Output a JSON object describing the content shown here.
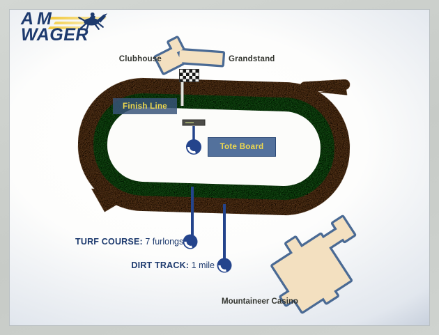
{
  "logo": {
    "line1": "AM",
    "line2": "WAGER",
    "horse_icon": "racehorse-icon"
  },
  "track": {
    "clubhouse_label": "Clubhouse",
    "grandstand_label": "Grandstand",
    "finish_line_label": "Finish Line",
    "tote_board_label": "Tote Board",
    "casino_label": "Mountaineer Casino",
    "turf": {
      "name": "TURF COURSE:",
      "value": "7 furlongs"
    },
    "dirt": {
      "name": "DIRT TRACK:",
      "value": "1 mile"
    }
  },
  "icons": {
    "flag": "checkered-finish-flag-icon",
    "pins": "location-pin-icon",
    "tote": "tote-board-icon",
    "direction": "track-direction-arrow-icon"
  },
  "colors": {
    "navy": "#1d3a6e",
    "dirt_brown": "#8d5c35",
    "dirt_brown_dark": "#7a4e2c",
    "turf_green": "#2f7d2f",
    "turf_green_dark": "#266b27",
    "building_tan": "#f3e0c0",
    "outline_slate": "#4a6a94",
    "label_box_blue": "#53719c",
    "label_text_yellow": "#efd94e",
    "pin_blue": "#24448c",
    "frame_gray": "#c9cdc7",
    "field_white": "#fcfcfa"
  }
}
